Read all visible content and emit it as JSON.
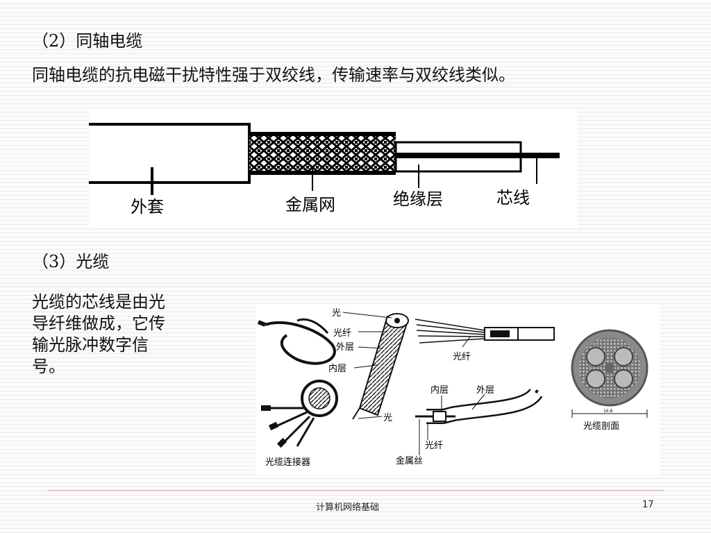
{
  "slide": {
    "section2_heading": "（2）同轴电缆",
    "section2_body": "同轴电缆的抗电磁干扰特性强于双绞线，传输速率与双绞线类似。",
    "section3_heading": "（3）光缆",
    "section3_body": "光缆的芯线是由光导纤维做成，它传输光脉冲数字信号。"
  },
  "coax_figure": {
    "labels": {
      "jacket": "外套",
      "mesh": "金属网",
      "insulation": "绝缘层",
      "core": "芯线"
    }
  },
  "fiber_figure": {
    "labels": {
      "light_top": "光",
      "fiber_1": "光纤",
      "outer_layer_1": "外层",
      "inner_layer_1": "内层",
      "light_bottom": "光",
      "fiber_2": "光纤",
      "inner_layer_2": "内层",
      "outer_layer_2": "外层",
      "fiber_3": "光纤",
      "metal_wire": "金属丝",
      "connector": "光缆连接器",
      "cross_section": "光缆剖面",
      "dimension": "16.8"
    }
  },
  "footer": {
    "title": "计算机网络基础",
    "page": "17"
  }
}
